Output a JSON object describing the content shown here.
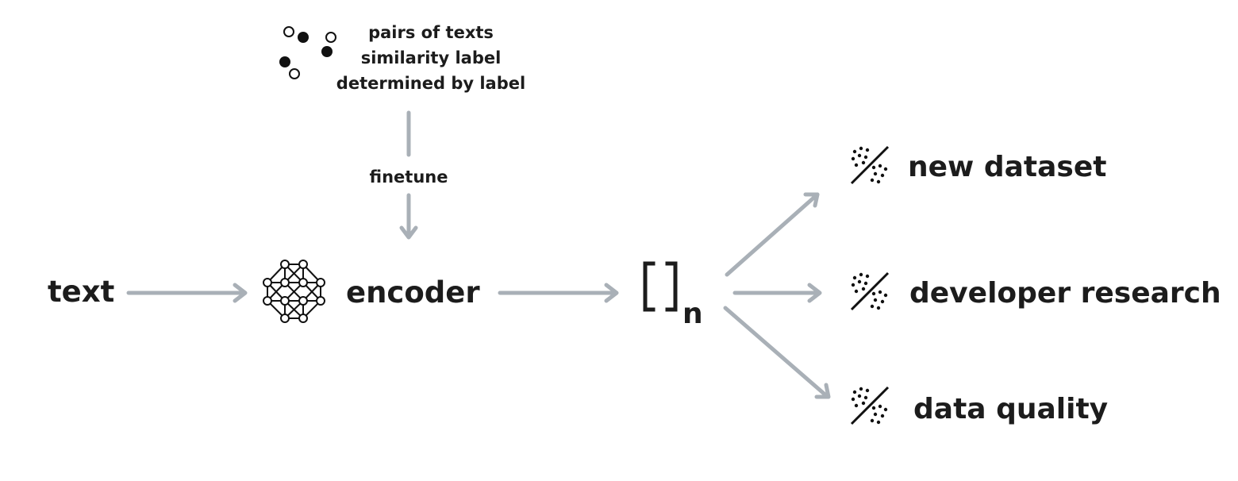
{
  "inputs": {
    "text_label": "text",
    "encoder_label": "encoder",
    "subscript": "n"
  },
  "finetune": {
    "label": "finetune",
    "data_lines": [
      "pairs of texts",
      "similarity label",
      "determined by label"
    ]
  },
  "outputs": [
    {
      "label": "new dataset",
      "icon": "scatter-slash-icon"
    },
    {
      "label": "developer research",
      "icon": "scatter-slash-icon"
    },
    {
      "label": "data quality",
      "icon": "scatter-slash-icon"
    }
  ],
  "colors": {
    "arrow": "#a9b0b7",
    "text": "#1c1c1c"
  }
}
